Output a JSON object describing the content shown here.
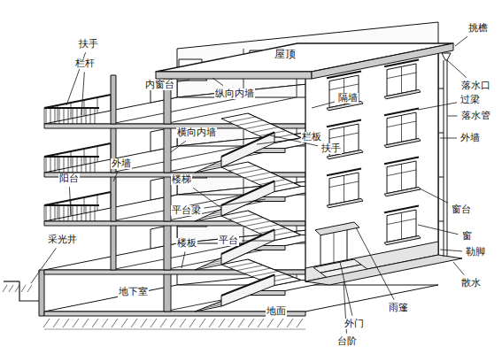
{
  "diagram": {
    "labels": [
      "屋顶",
      "挑檐",
      "落水口",
      "过梁",
      "落水管",
      "外墙",
      "扶手",
      "栏杆",
      "内窗台",
      "纵向内墙",
      "隔墙",
      "栏板",
      "扶手",
      "横向内墙",
      "外墙",
      "阳台",
      "楼梯",
      "平台梁",
      "窗台",
      "采光井",
      "楼板",
      "平台",
      "窗",
      "勒脚",
      "散水",
      "地下室",
      "地面",
      "雨篷",
      "外门",
      "台阶"
    ]
  }
}
